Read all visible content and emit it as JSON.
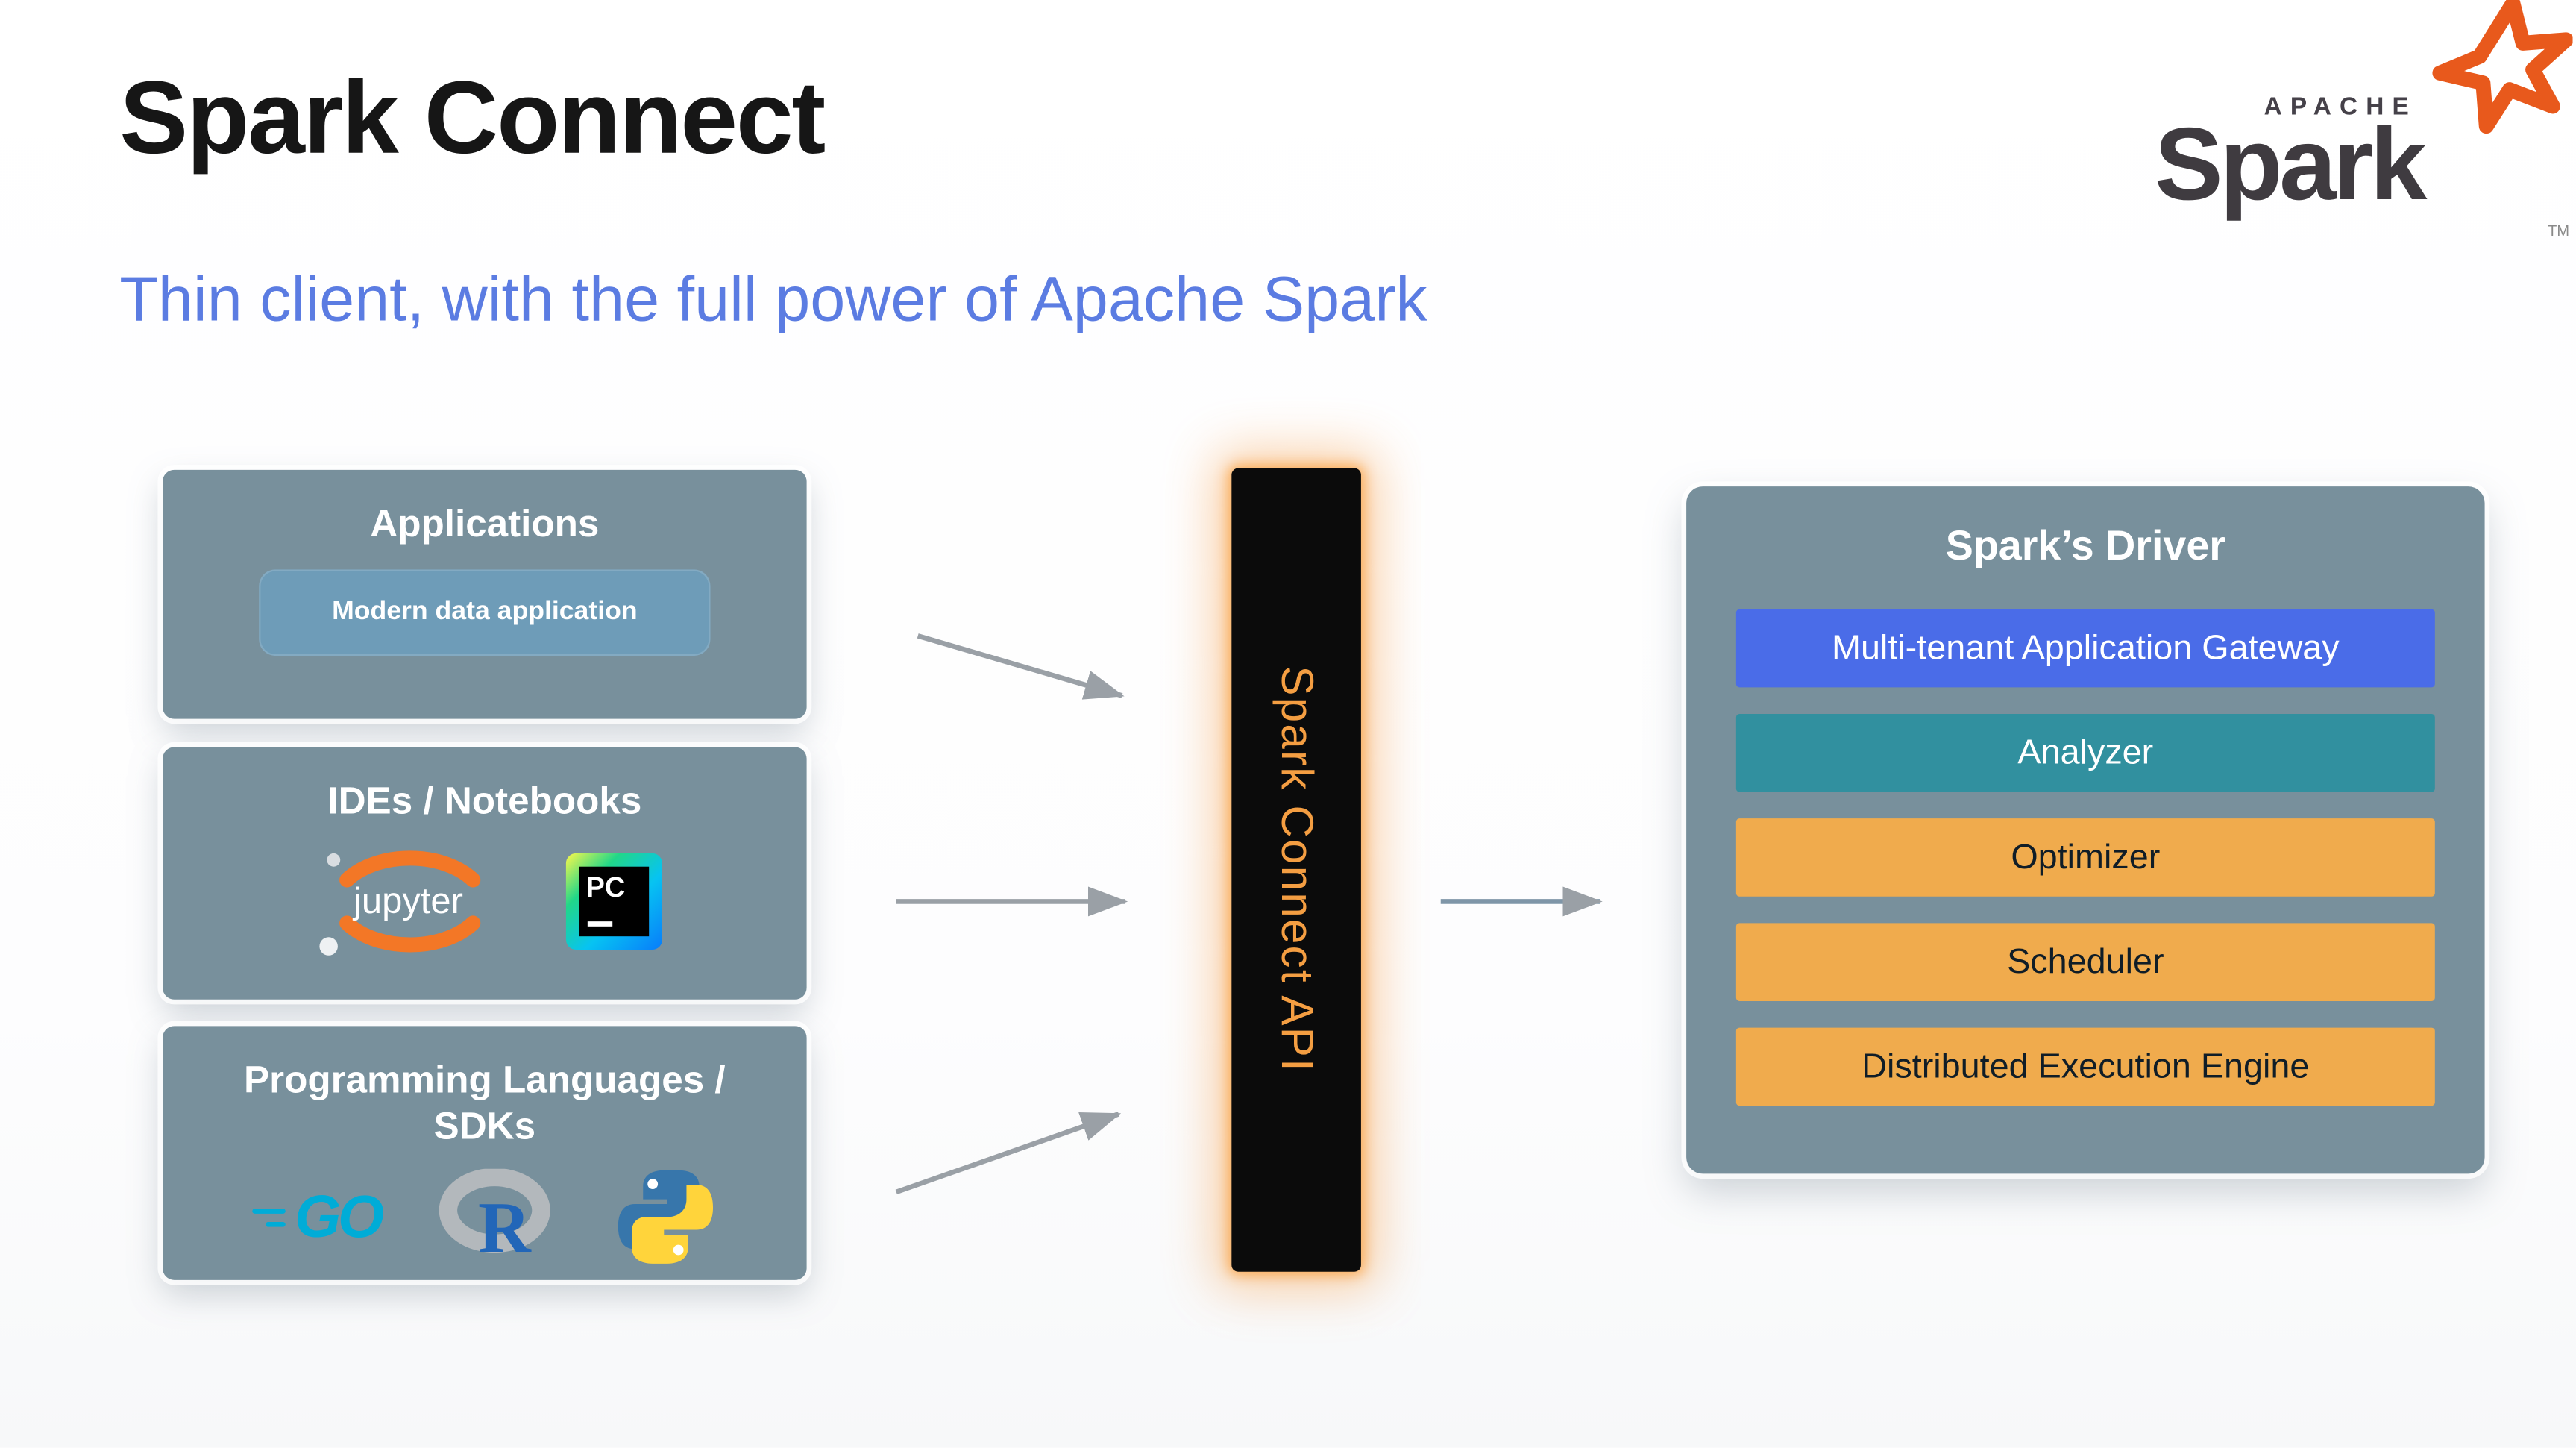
{
  "page": {
    "title": "Spark Connect",
    "subtitle": "Thin client, with the full power of Apache Spark"
  },
  "logo": {
    "apache": "APACHE",
    "spark": "Spark",
    "tm": "TM"
  },
  "left_column": {
    "boxes": [
      {
        "title": "Applications",
        "chip": "Modern data application"
      },
      {
        "title": "IDEs / Notebooks",
        "jupyter_label": "jupyter",
        "pycharm_label": "PC"
      },
      {
        "title": "Programming Languages / SDKs",
        "go_label": "GO",
        "r_label": "R"
      }
    ]
  },
  "connector": {
    "label": "Spark Connect API"
  },
  "driver": {
    "title": "Spark’s Driver",
    "layers": [
      {
        "label": "Multi-tenant Application Gateway",
        "color": "#4a6ce8",
        "text_color": "#ffffff"
      },
      {
        "label": "Analyzer",
        "color": "#31909f",
        "text_color": "#ffffff"
      },
      {
        "label": "Optimizer",
        "color": "#f0ab4d",
        "text_color": "#101d27"
      },
      {
        "label": "Scheduler",
        "color": "#f0ab4d",
        "text_color": "#101d27"
      },
      {
        "label": "Distributed Execution Engine",
        "color": "#f0ab4d",
        "text_color": "#101d27"
      }
    ]
  },
  "colors": {
    "panel": "#78909c",
    "chip": "#6e9cb8",
    "subtitle_blue": "#5b7ce2",
    "arrow_gray": "#9aa0a6",
    "api_text_orange": "#f49e42",
    "api_glow_orange": "#f79438",
    "spark_star_orange": "#e8591c",
    "go_cyan": "#00acd7",
    "jupyter_orange": "#f37726",
    "r_blue": "#2266b8",
    "python_blue": "#3776ab",
    "python_yellow": "#ffd43b"
  }
}
